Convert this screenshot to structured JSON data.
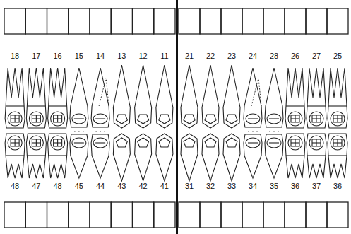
{
  "diagram": {
    "labels": [
      "18",
      "17",
      "16",
      "15",
      "14",
      "13",
      "12",
      "11",
      "21",
      "22",
      "23",
      "24",
      "28",
      "26",
      "27",
      "25",
      "48",
      "47",
      "48",
      "45",
      "44",
      "43",
      "42",
      "41",
      "31",
      "32",
      "33",
      "34",
      "35",
      "36",
      "37",
      "36"
    ]
  }
}
